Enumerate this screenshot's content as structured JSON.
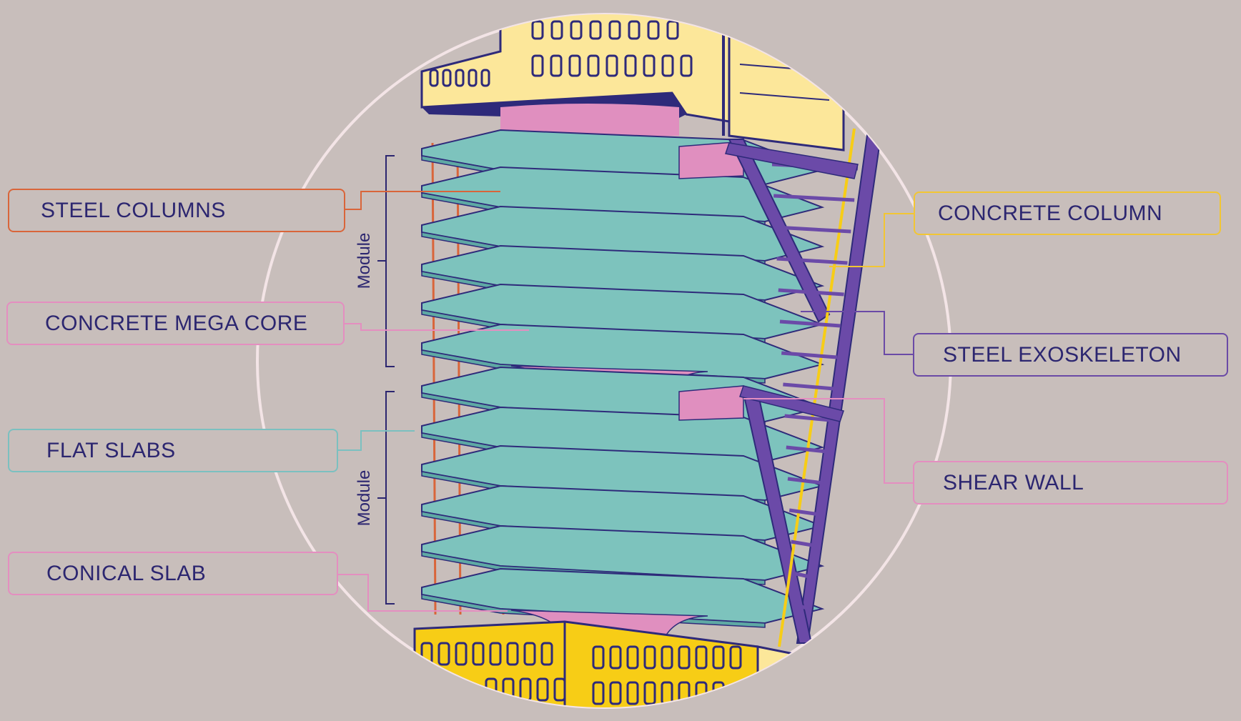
{
  "labels": {
    "steel_columns": "STEEL COLUMNS",
    "concrete_mega_core": "CONCRETE MEGA CORE",
    "flat_slabs": "FLAT SLABS",
    "conical_slab": "CONICAL SLAB",
    "concrete_column": "CONCRETE COLUMN",
    "steel_exoskeleton": "STEEL EXOSKELETON",
    "shear_wall": "SHEAR WALL"
  },
  "modules": [
    "Module",
    "Module"
  ],
  "colors": {
    "background": "#c8bebb",
    "text": "#2c2670",
    "steel_columns": "#d9653a",
    "concrete_mega_core": "#e48ec0",
    "flat_slabs": "#7bc0c0",
    "conical_slab": "#e48ec0",
    "concrete_column": "#f2c633",
    "steel_exoskeleton": "#6a4aa6",
    "shear_wall": "#e48ec0",
    "slab": "#7dc3bd",
    "core": "#e08fbf",
    "yellow_light": "#fce79a",
    "yellow": "#f7cd16",
    "purple": "#6b4aa8",
    "navy": "#2e2a7a",
    "halo": "#f3e4e6"
  }
}
